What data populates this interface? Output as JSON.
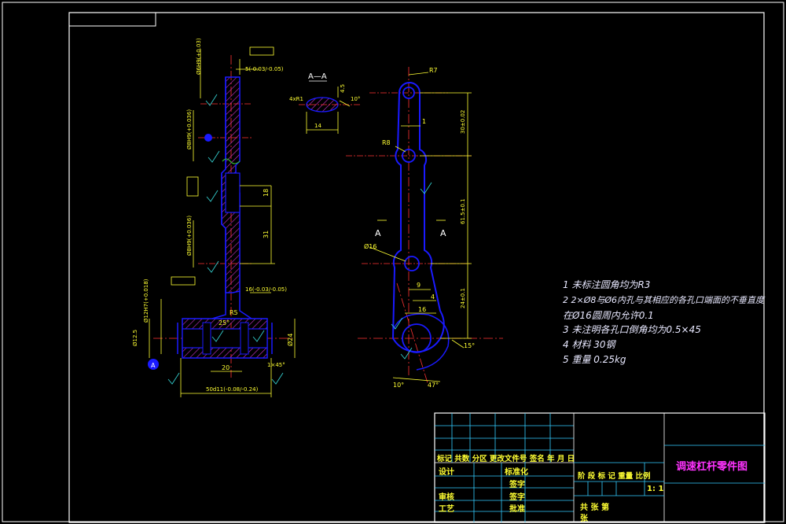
{
  "colors": {
    "background": "#000000",
    "frame": "#ffffff",
    "part": "#1a1aff",
    "dimension": "#ffff33",
    "centerline": "#ff3333",
    "hatch": "#cc33cc",
    "symbol": "#33cccc",
    "notes": "#e8e8ff",
    "title_block_lines": "#33ccff",
    "title_block_text": "#ffff33",
    "title": "#ff33ff"
  },
  "section_view": {
    "section_label": "A—A",
    "dim_4xR1": "4xR1",
    "dim_4_5": "4.5",
    "dim_10deg": "10°",
    "dim_14": "14"
  },
  "left_view": {
    "dims": {
      "hole_top": "Ø6H9(+0.03)",
      "top_offset": "5(-0.03/-0.05)",
      "hole_mid": "Ø8H9(+0.036)",
      "dim_18": "18",
      "hole_lower": "Ø8H9(+0.036)",
      "dim_31": "31",
      "dim_16": "16(-0.03/-0.05)",
      "r5": "R5",
      "angle_25": "25°",
      "hole_12": "Ø12H7(+0.018)",
      "dim_12_5": "Ø12.5",
      "dim_24": "Ø24",
      "dim_20": "20",
      "dim_chamfer": "1×45°",
      "dim_50": "50d11(-0.08/-0.24)",
      "view_marker": "A"
    }
  },
  "front_view": {
    "dims": {
      "r7": "R7",
      "dim_1": "1",
      "dim_30": "30±0.02",
      "r8": "R8",
      "dim_61_5": "61.5±0.1",
      "section_a_left": "A",
      "section_a_right": "A",
      "phi16": "Ø16",
      "dim_9": "9",
      "dim_4": "4",
      "dim_16": "16",
      "dim_24_2": "24±0.1",
      "dim_15deg": "15°",
      "dim_10deg": "10°",
      "dim_47deg": "47°"
    }
  },
  "notes": [
    "1   未标注圆角均为R3",
    "2   2×Ø8与Ø6内孔与其相应的各孔口端面的不垂直度",
    "     在Ø16圆周内允许0.1",
    "3   未注明各孔口倒角均为0.5×45",
    "4   材料 30钢",
    "5   重量  0.25kg"
  ],
  "title_block": {
    "row_header": "标记 共数  分区  更改文件号 签名  年  月  日",
    "design": "设计",
    "standardize": "标准化",
    "review_label": "审核",
    "process": "工艺",
    "approve": "批准",
    "sign": "签字",
    "stage_labels": "阶  段  标  记   重量   比例",
    "scale": "1: 1",
    "sheets": "共       张        第",
    "sheet_extra": "张",
    "title": "调速杠杆零件图"
  }
}
